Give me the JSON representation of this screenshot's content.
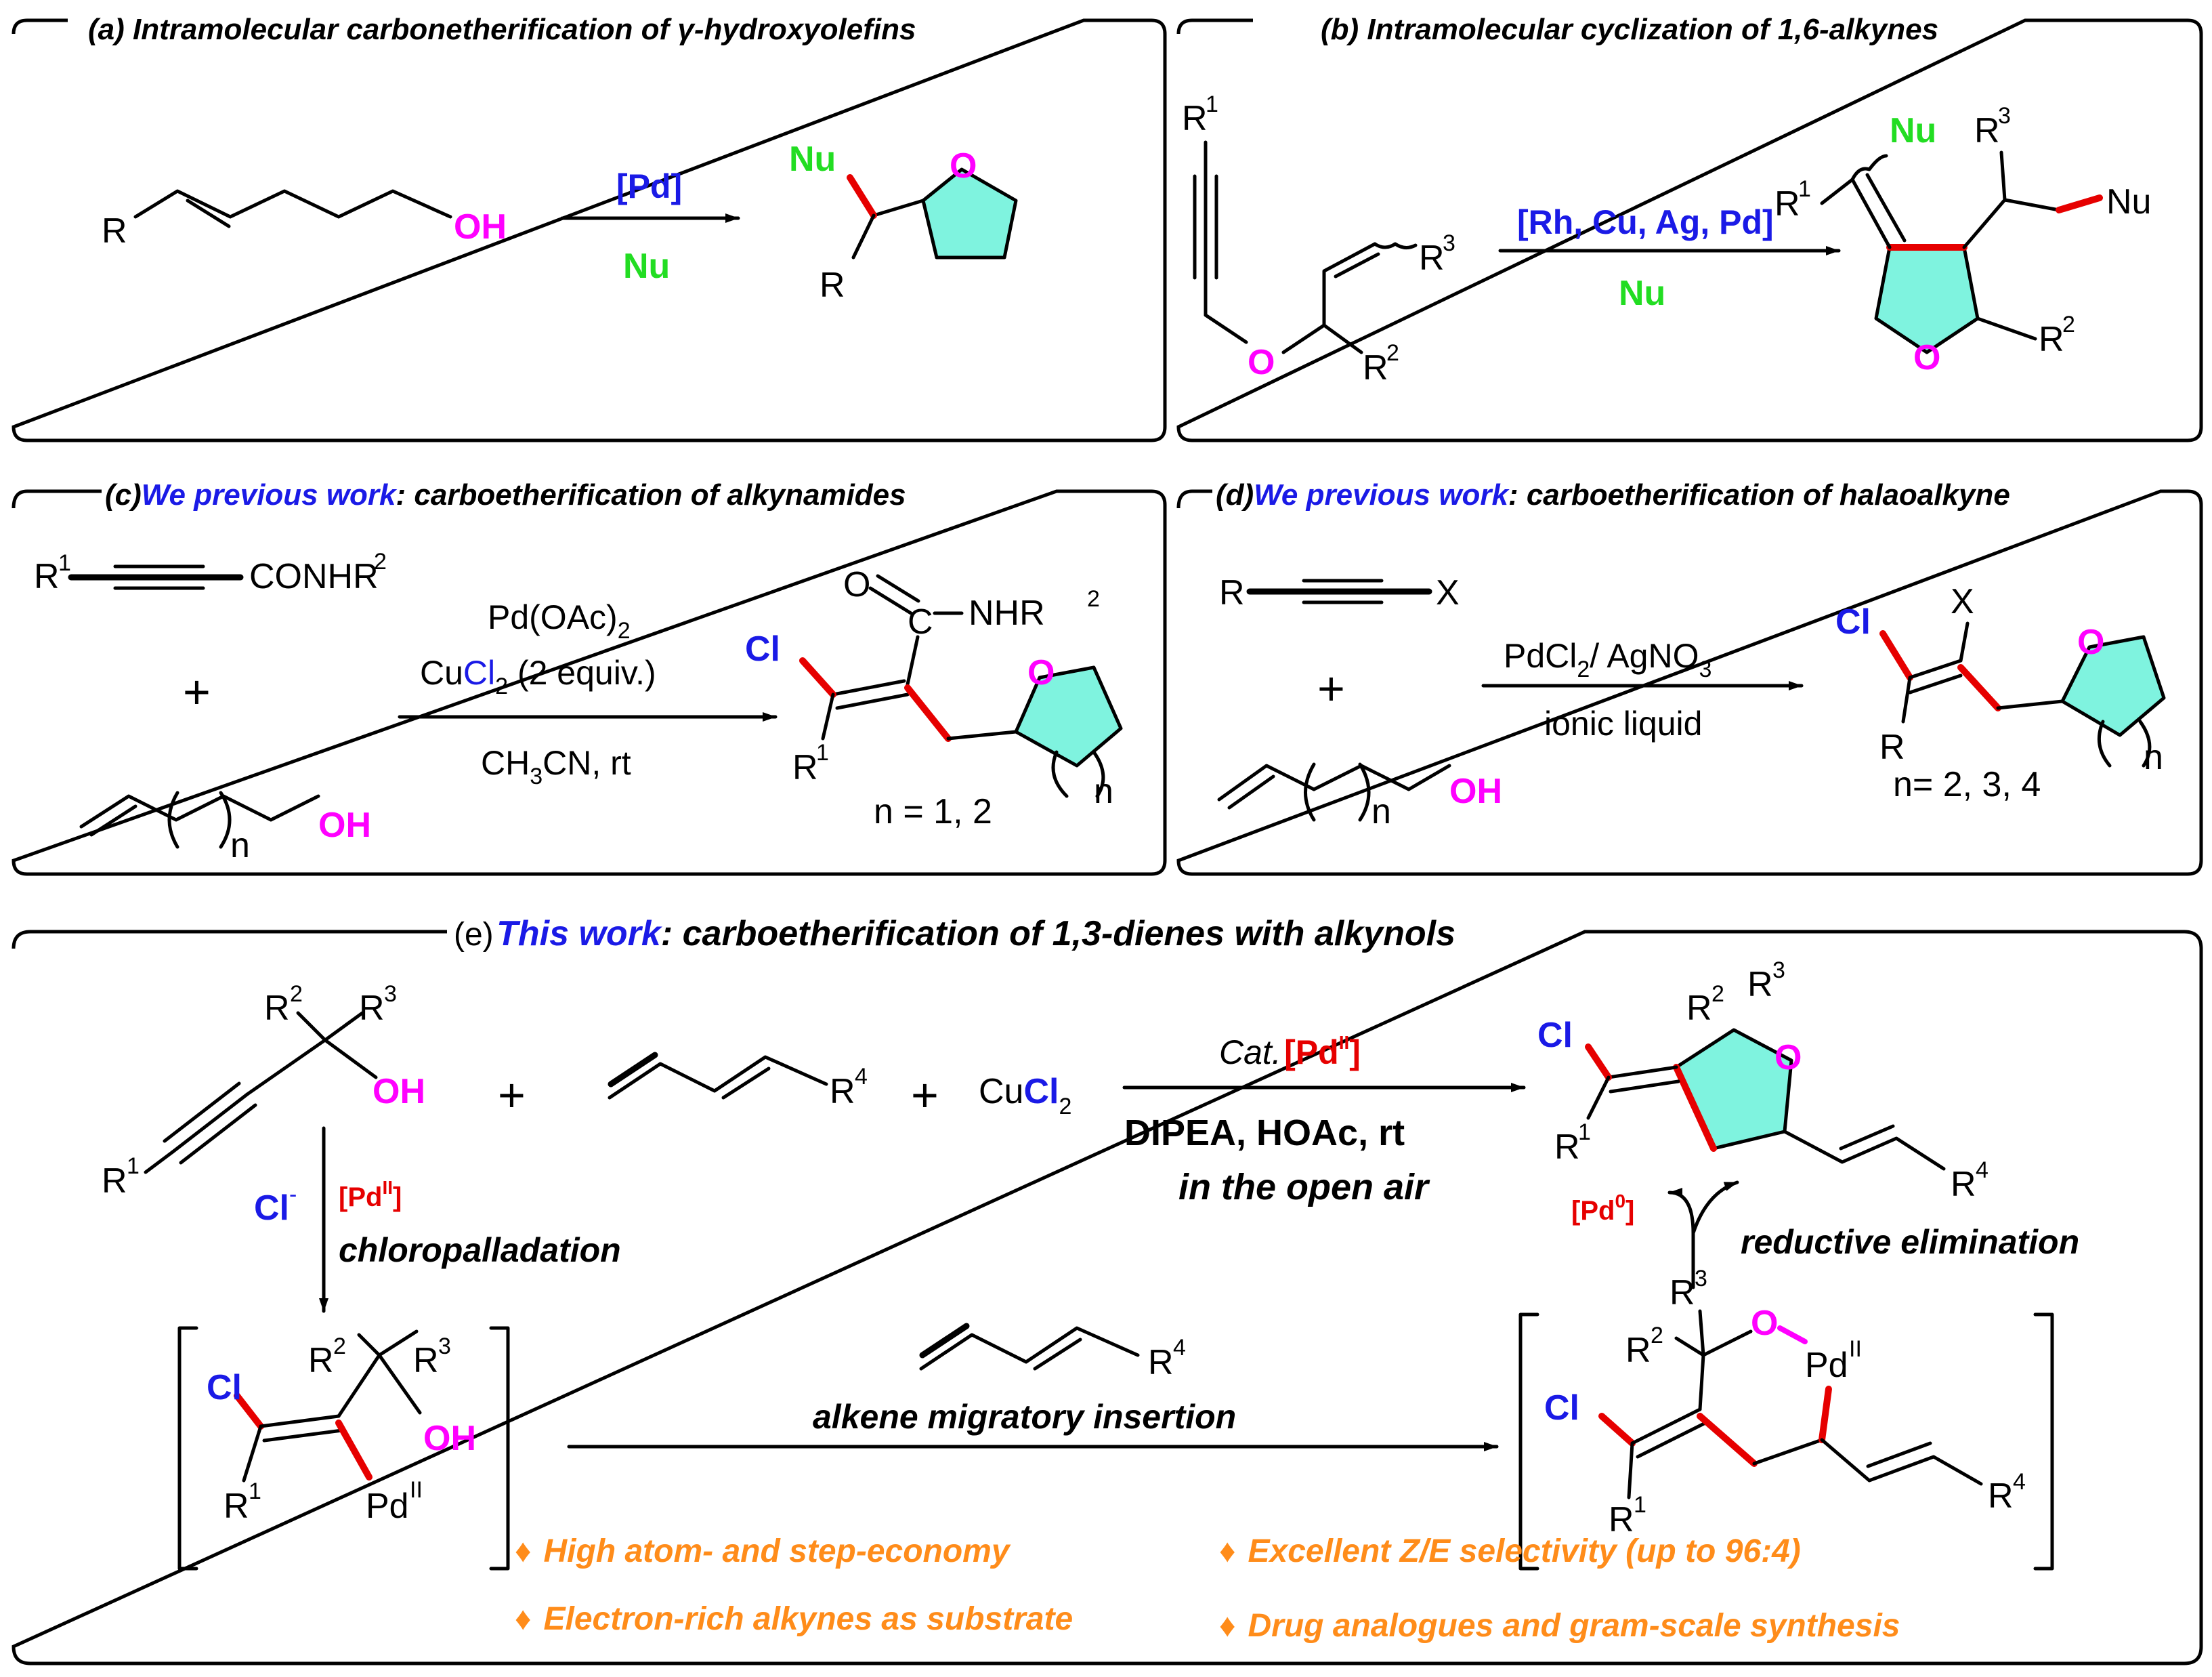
{
  "panels": {
    "a": {
      "title": "(a) Intramolecular carbonetherification of γ-hydroxyolefins",
      "reactant_r": "R",
      "reactant_oh": "OH",
      "reagent_top": "[Pd]",
      "reagent_bottom": "Nu",
      "product_nu": "Nu",
      "product_o": "O",
      "product_r": "R"
    },
    "b": {
      "title": "(b) Intramolecular cyclization of 1,6-alkynes",
      "reactant_r1": "R",
      "reactant_r2": "R",
      "reactant_r3": "R",
      "reactant_o": "O",
      "reagent_top": "[Rh, Cu, Ag, Pd]",
      "reagent_bottom": "Nu",
      "product_nu1": "Nu",
      "product_nu2": "Nu",
      "product_r1": "R",
      "product_r2": "R",
      "product_r3": "R",
      "product_o": "O"
    },
    "c": {
      "title_prefix": "(c)",
      "title_highlight": "We previous work",
      "title_rest": ": carboetherification of alkynamides",
      "alkyne_r1": "R",
      "alkyne_group": "CONHR",
      "alcohol_n": "n",
      "alcohol_oh": "OH",
      "reagent_1": "Pd(OAc)",
      "reagent_2a": "Cu",
      "reagent_2b": "Cl",
      "reagent_2c": " (2 equiv.)",
      "reagent_3a": "CH",
      "reagent_3b": "CN, rt",
      "product_o_carbonyl": "O",
      "product_amide": "NHR",
      "product_cl": "Cl",
      "product_r1": "R",
      "product_o_ring": "O",
      "product_n": "n",
      "product_note": "n = 1, 2"
    },
    "d": {
      "title_prefix": "(d)",
      "title_highlight": "We previous work",
      "title_rest": ": carboetherification of halaoalkyne",
      "alkyne_r": "R",
      "alkyne_x": "X",
      "alcohol_n": "n",
      "alcohol_oh": "OH",
      "reagent_1a": "PdCl",
      "reagent_1b": "/ AgNO",
      "reagent_2": "ionic liquid",
      "product_cl": "Cl",
      "product_x": "X",
      "product_r": "R",
      "product_o": "O",
      "product_n": "n",
      "product_note": "n= 2, 3, 4"
    },
    "e": {
      "title_prefix": "(e)",
      "title_highlight": "This work",
      "title_rest": ": carboetherification of 1,3-dienes with alkynols",
      "alkynol_r1": "R",
      "alkynol_r2": "R",
      "alkynol_r3": "R",
      "alkynol_oh": "OH",
      "diene_r4": "R",
      "cucl2_a": "Cu",
      "cucl2_b": "Cl",
      "cond_cat": "Cat.",
      "cond_pd": "[Pd",
      "cond_pd_ox": "II",
      "cond_line2": "DIPEA, HOAc, rt",
      "cond_line3": "in the open air",
      "product_cl": "Cl",
      "product_r1": "R",
      "product_r2": "R",
      "product_r3": "R",
      "product_r4": "R",
      "product_o": "O",
      "pd0_a": "[Pd",
      "pd0_ox": "0",
      "step_cl": "Cl",
      "step_pd": "[Pd",
      "step_pd_ox": "II",
      "step_chloropalladation": "chloropalladation",
      "int1_cl": "Cl",
      "int1_r1": "R",
      "int1_r2": "R",
      "int1_r3": "R",
      "int1_oh": "OH",
      "int1_pd": "Pd",
      "pd_ox": "II",
      "insert_r4": "R",
      "step_insertion": "alkene migratory insertion",
      "int2_cl": "Cl",
      "int2_r1": "R",
      "int2_r2": "R",
      "int2_r3": "R",
      "int2_r4": "R",
      "int2_o": "O",
      "int2_pd": "Pd",
      "step_elimination": "reductive elimination",
      "features": [
        "High atom- and step-economy",
        "Electron-rich alkynes as substrate",
        "Excellent Z/E selectivity (up to 96:4)",
        "Drug analogues and gram-scale synthesis"
      ],
      "feature_bullet": "♦"
    }
  },
  "superscripts": {
    "one": "1",
    "two": "2",
    "three": "3",
    "four": "4",
    "minus": "-"
  },
  "colors": {
    "ring_fill": "#7ff3df",
    "bond_highlight": "#e60000",
    "oxygen": "#ff00ff",
    "nucleophile": "#22dd22",
    "chlorine": "#1a1ae6",
    "feature_text": "#ff8c1a"
  }
}
